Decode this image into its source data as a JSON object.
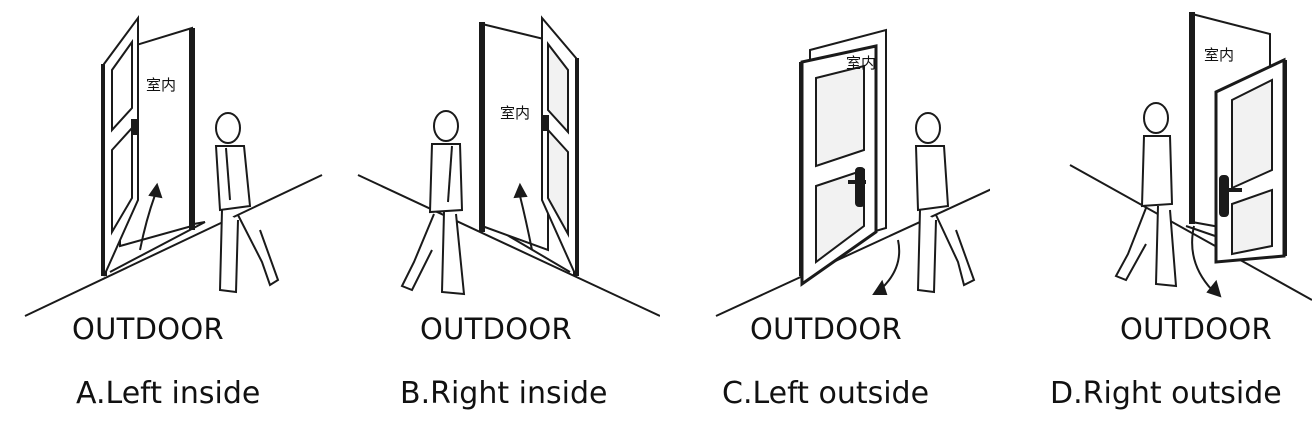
{
  "indoor_mark": "室内",
  "panels": [
    {
      "outdoor_label": "OUTDOOR",
      "caption": "A.Left inside"
    },
    {
      "outdoor_label": "OUTDOOR",
      "caption": "B.Right inside"
    },
    {
      "outdoor_label": "OUTDOOR",
      "caption": "C.Left outside"
    },
    {
      "outdoor_label": "OUTDOOR",
      "caption": "D.Right outside"
    }
  ],
  "colors": {
    "line": "#1a1a1a",
    "frame": "#222222",
    "glass": "#f2f2f2"
  }
}
